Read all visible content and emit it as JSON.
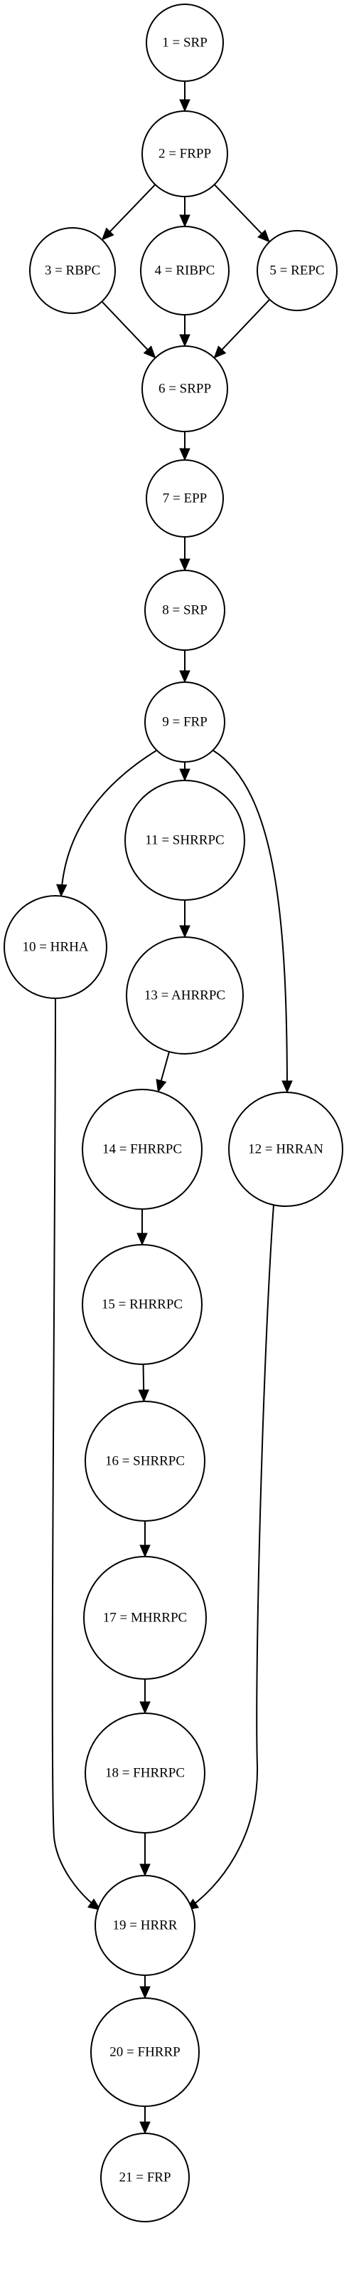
{
  "diagram": {
    "type": "directed-graph",
    "nodes": [
      {
        "id": "1",
        "label": "1 = SRP"
      },
      {
        "id": "2",
        "label": "2 = FRPP"
      },
      {
        "id": "3",
        "label": "3 = RBPC"
      },
      {
        "id": "4",
        "label": "4 = RIBPC"
      },
      {
        "id": "5",
        "label": "5 = REPC"
      },
      {
        "id": "6",
        "label": "6 = SRPP"
      },
      {
        "id": "7",
        "label": "7 = EPP"
      },
      {
        "id": "8",
        "label": "8 = SRP"
      },
      {
        "id": "9",
        "label": "9 = FRP"
      },
      {
        "id": "10",
        "label": "10 = HRHA"
      },
      {
        "id": "11",
        "label": "11 = SHRRPC"
      },
      {
        "id": "12",
        "label": "12 = HRRAN"
      },
      {
        "id": "13",
        "label": "13 = AHRRPC"
      },
      {
        "id": "14",
        "label": "14 = FHRRPC"
      },
      {
        "id": "15",
        "label": "15 = RHRRPC"
      },
      {
        "id": "16",
        "label": "16 = SHRRPC"
      },
      {
        "id": "17",
        "label": "17 = MHRRPC"
      },
      {
        "id": "18",
        "label": "18 = FHRRPC"
      },
      {
        "id": "19",
        "label": "19 = HRRR"
      },
      {
        "id": "20",
        "label": "20 = FHRRP"
      },
      {
        "id": "21",
        "label": "21 = FRP"
      }
    ],
    "edges": [
      {
        "from": "1",
        "to": "2"
      },
      {
        "from": "2",
        "to": "3"
      },
      {
        "from": "2",
        "to": "4"
      },
      {
        "from": "2",
        "to": "5"
      },
      {
        "from": "3",
        "to": "6"
      },
      {
        "from": "4",
        "to": "6"
      },
      {
        "from": "5",
        "to": "6"
      },
      {
        "from": "6",
        "to": "7"
      },
      {
        "from": "7",
        "to": "8"
      },
      {
        "from": "8",
        "to": "9"
      },
      {
        "from": "9",
        "to": "10"
      },
      {
        "from": "9",
        "to": "11"
      },
      {
        "from": "9",
        "to": "12"
      },
      {
        "from": "11",
        "to": "13"
      },
      {
        "from": "13",
        "to": "14"
      },
      {
        "from": "14",
        "to": "15"
      },
      {
        "from": "15",
        "to": "16"
      },
      {
        "from": "16",
        "to": "17"
      },
      {
        "from": "17",
        "to": "18"
      },
      {
        "from": "10",
        "to": "19"
      },
      {
        "from": "12",
        "to": "19"
      },
      {
        "from": "18",
        "to": "19"
      },
      {
        "from": "19",
        "to": "20"
      },
      {
        "from": "20",
        "to": "21"
      }
    ]
  }
}
